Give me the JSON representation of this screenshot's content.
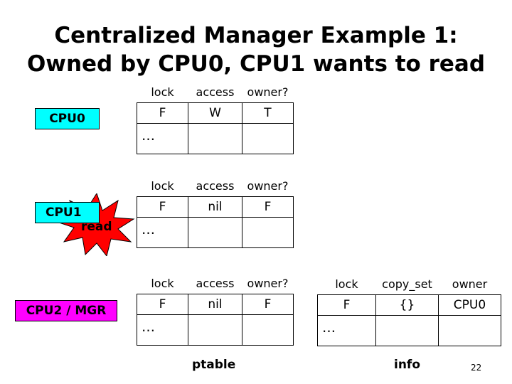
{
  "title": {
    "line1": "Centralized Manager Example 1:",
    "line2": "Owned by CPU0, CPU1 wants to read"
  },
  "cpus": {
    "cpu0": "CPU0",
    "cpu1": "CPU1",
    "cpu1_action": "read",
    "cpu2": "CPU2 / MGR"
  },
  "ptable_headers": [
    "lock",
    "access",
    "owner?"
  ],
  "cpu0_table": {
    "lock": "F",
    "access": "W",
    "owner": "T",
    "dots": "…"
  },
  "cpu1_table": {
    "lock": "F",
    "access": "nil",
    "owner": "F",
    "dots": "…"
  },
  "mgr_ptable": {
    "lock": "F",
    "access": "nil",
    "owner": "F",
    "dots": "…"
  },
  "info_headers": [
    "lock",
    "copy_set",
    "owner"
  ],
  "mgr_info": {
    "lock": "F",
    "copy_set": "{}",
    "owner": "CPU0",
    "dots": "…"
  },
  "labels": {
    "ptable": "ptable",
    "info": "info"
  },
  "page_number": "22",
  "colors": {
    "cpu_box": "#00ffff",
    "mgr_box": "#ff00ff",
    "burst": "#ff0000"
  }
}
